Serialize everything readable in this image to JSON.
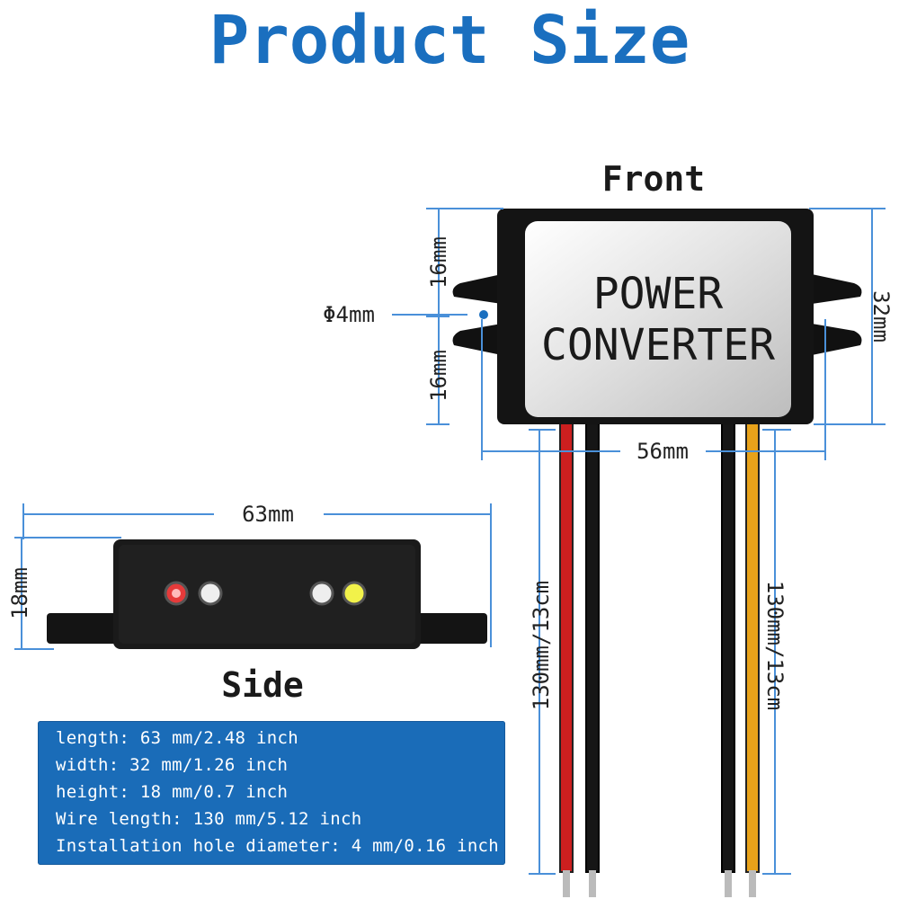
{
  "title": "Product Size",
  "front": {
    "heading": "Front",
    "label_line1": "POWER",
    "label_line2": "CONVERTER",
    "dim_hole": "Φ4mm",
    "dim_upper_height": "16mm",
    "dim_lower_height": "16mm",
    "dim_height": "32mm",
    "dim_width": "56mm",
    "dim_wire_left": "130mm/13cm",
    "dim_wire_right": "130mm/13cm"
  },
  "side": {
    "heading": "Side",
    "dim_length": "63mm",
    "dim_height": "18mm"
  },
  "specs": [
    "length: 63 mm/2.48 inch",
    "width: 32 mm/1.26 inch",
    "height: 18 mm/0.7 inch",
    "Wire length: 130 mm/5.12 inch",
    "Installation hole diameter: 4 mm/0.16 inch"
  ],
  "colors": {
    "title": "#1a6fbf",
    "dimension_line": "#4a90d9",
    "spec_box": "#1a6cb8",
    "wire_red": "#cc1f1f",
    "wire_black": "#111111",
    "wire_yellow": "#e8a21a",
    "led_red": "#e63a3a",
    "led_yellow": "#f2f24a"
  }
}
